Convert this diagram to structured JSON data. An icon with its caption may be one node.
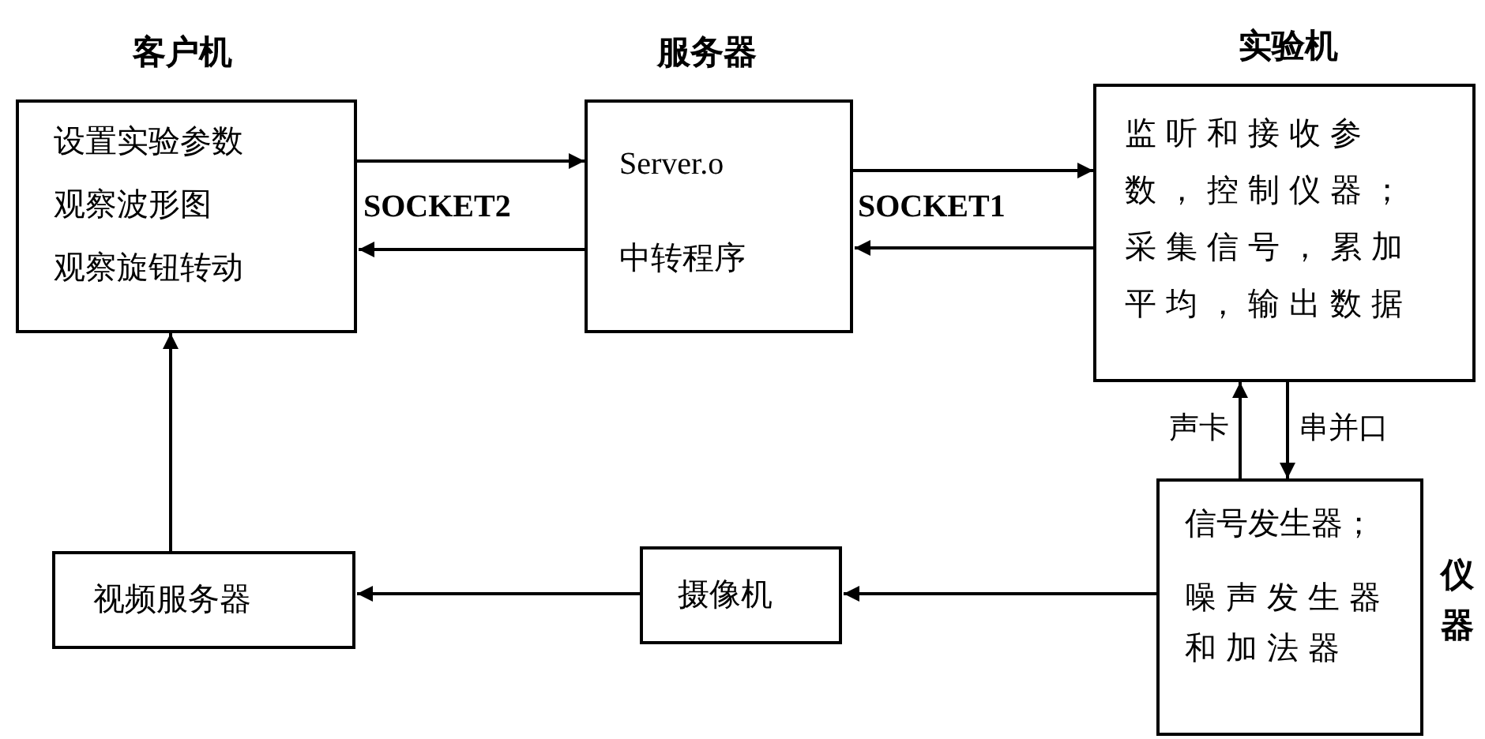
{
  "diagram": {
    "nodes": [
      {
        "text": [
          "客户机",
          "设置实验参数",
          "观察波形图",
          "观察旋钮转动"
        ]
      },
      {
        "text": [
          "服务器",
          "Server.o",
          "中转程序"
        ]
      },
      {
        "text": [
          "实验机",
          "监听和接收参数，控制仪器；采集信号，累加平均，输出数据"
        ]
      },
      {
        "text": [
          "仪器",
          "信号发生器；",
          "噪声发生器和加法器"
        ]
      },
      {
        "text": [
          "摄像机"
        ]
      },
      {
        "text": [
          "视频服务器"
        ]
      }
    ],
    "edges": [
      {
        "from": 0,
        "to": 1,
        "arrow": "to",
        "label": "SOCKET2"
      },
      {
        "from": 1,
        "to": 0,
        "arrow": "to"
      },
      {
        "from": 1,
        "to": 2,
        "arrow": "to",
        "label": "SOCKET1"
      },
      {
        "from": 2,
        "to": 1,
        "arrow": "to"
      },
      {
        "from": 3,
        "to": 2,
        "arrow": "to",
        "label": "声卡"
      },
      {
        "from": 2,
        "to": 3,
        "arrow": "to",
        "label": "串并口"
      },
      {
        "from": 3,
        "to": 4,
        "arrow": "to"
      },
      {
        "from": 4,
        "to": 5,
        "arrow": "to"
      },
      {
        "from": 5,
        "to": 0,
        "arrow": "to"
      }
    ]
  }
}
